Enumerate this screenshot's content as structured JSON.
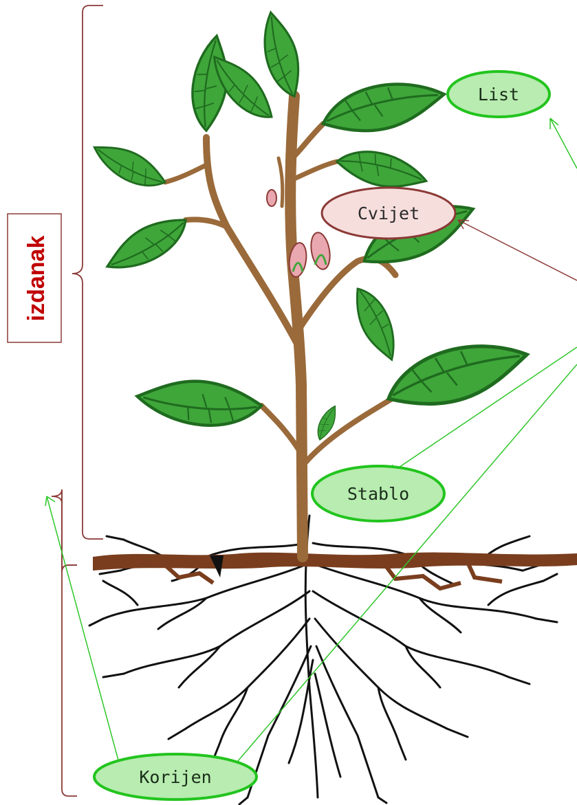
{
  "labels": {
    "list": "List",
    "cvijet": "Cvijet",
    "stablo": "Stablo",
    "korijen": "Korijen"
  },
  "side_label": "izdanak",
  "colors": {
    "green_label_fill": "#b8ecb0",
    "green_label_stroke": "#22c41e",
    "flower_label_fill": "#f6dedd",
    "flower_label_stroke": "#8b3a36",
    "bracket": "#8b3a36",
    "side_label_text": "#c00000",
    "leaf": "#3fa63a",
    "leaf_dark": "#1f6b1f",
    "stem": "#9a6a3a",
    "soil": "#7a3e1e",
    "root": "#111111",
    "arrow_green": "#2fc62a",
    "arrow_red": "#8b3a36"
  }
}
